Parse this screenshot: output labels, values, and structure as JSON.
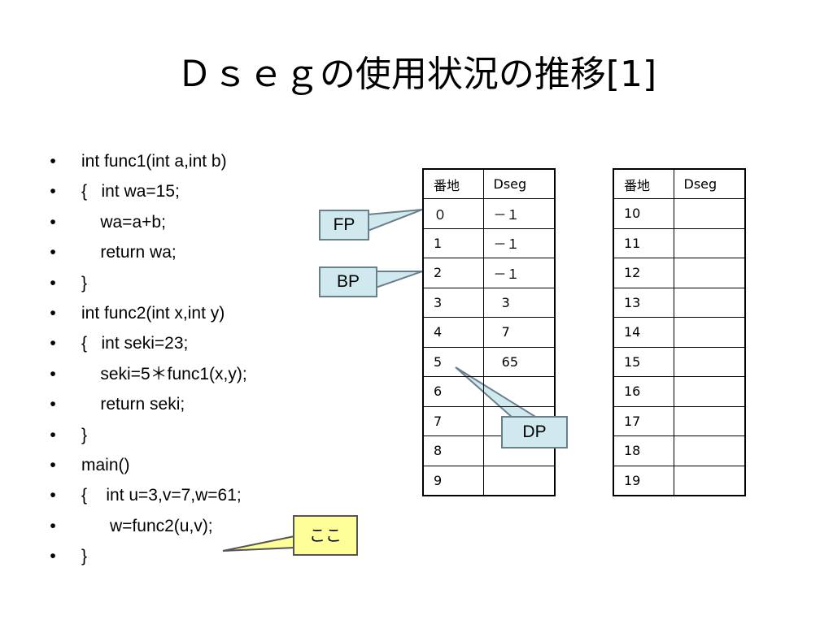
{
  "slide": {
    "title": "Ｄｓｅｇの使用状況の推移[1]",
    "bullet_char": "•",
    "code_lines": [
      "int func1(int a,int b)",
      "{   int wa=15;",
      "    wa=a+b;",
      "    return wa;",
      "}",
      "int func2(int x,int y)",
      "{   int seki=23;",
      "    seki=5＊func1(x,y);",
      "    return seki;",
      "}",
      "main()",
      "{    int u=3,v=7,w=61;",
      "      w=func2(u,v);",
      "}"
    ]
  },
  "table_left": {
    "headers": [
      "番地",
      "Dseg"
    ],
    "rows": [
      [
        "０",
        "－１"
      ],
      [
        "1",
        "－１"
      ],
      [
        "2",
        "－１"
      ],
      [
        "3",
        "  3"
      ],
      [
        "4",
        "  7"
      ],
      [
        "5",
        "  65"
      ],
      [
        "6",
        ""
      ],
      [
        "7",
        ""
      ],
      [
        "8",
        ""
      ],
      [
        "9",
        ""
      ]
    ]
  },
  "table_right": {
    "headers": [
      "番地",
      "Dseg"
    ],
    "rows": [
      [
        "10",
        ""
      ],
      [
        "11",
        ""
      ],
      [
        "12",
        ""
      ],
      [
        "13",
        ""
      ],
      [
        "14",
        ""
      ],
      [
        "15",
        ""
      ],
      [
        "16",
        ""
      ],
      [
        "17",
        ""
      ],
      [
        "18",
        ""
      ],
      [
        "19",
        ""
      ]
    ]
  },
  "callouts": {
    "fp": "FP",
    "bp": "BP",
    "dp": "DP",
    "here": "ここ"
  },
  "colors": {
    "pointer_callout_fill": "#cfe9ee",
    "pointer_callout_border": "#6a7f8c",
    "here_callout_fill": "#ffff99"
  }
}
